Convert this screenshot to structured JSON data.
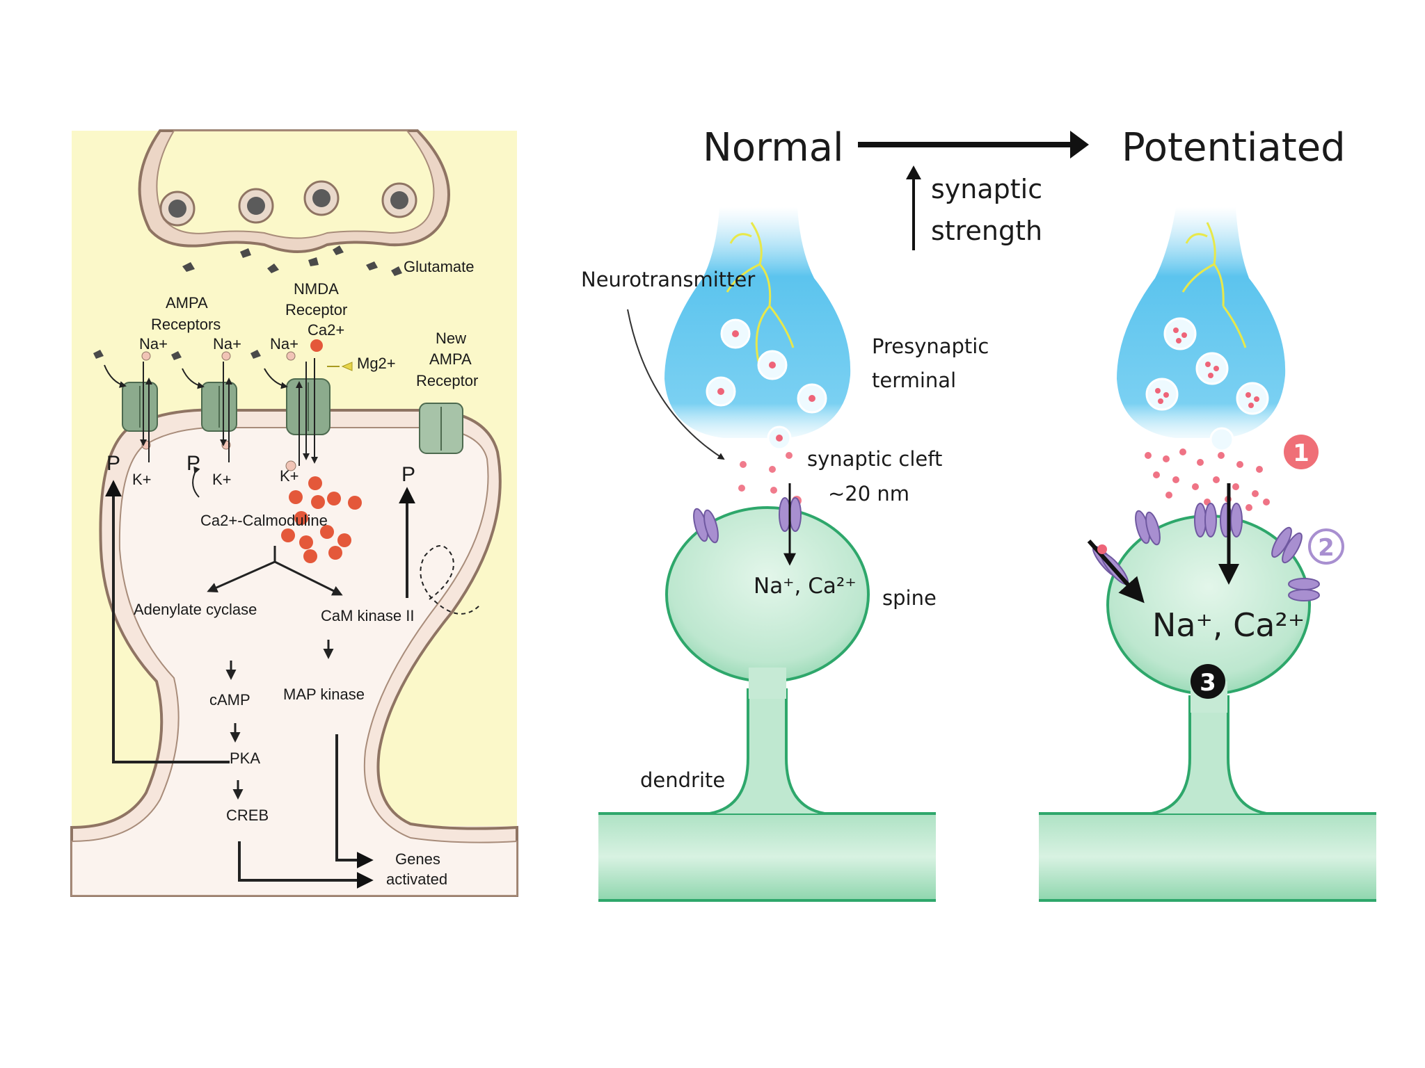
{
  "left_panel": {
    "labels": {
      "glutamate": "Glutamate",
      "ampa_1": "AMPA",
      "ampa_2": "Receptors",
      "nmda_1": "NMDA",
      "nmda_2": "Receptor",
      "new_ampa_1": "New",
      "new_ampa_2": "AMPA",
      "new_ampa_3": "Receptor",
      "na_1": "Na+",
      "na_2": "Na+",
      "na_3": "Na+",
      "ca2": "Ca2+",
      "mg2": "Mg2+",
      "k_1": "K+",
      "k_2": "K+",
      "k_3": "K+",
      "p_1": "P",
      "p_2": "P",
      "p_3": "P",
      "calmoduline": "Ca2+-Calmoduline",
      "adenylate": "Adenylate cyclase",
      "camk": "CaM kinase II",
      "camp": "cAMP",
      "map": "MAP kinase",
      "pka": "PKA",
      "creb": "CREB",
      "genes_1": "Genes",
      "genes_2": "activated"
    },
    "colors": {
      "background": "#fbf8c9",
      "membrane": "#e6cfbf",
      "membrane_edge": "#8f7463",
      "receptor": "#8cab8d",
      "calcium": "#e4583a",
      "glutamate": "#4a4a4a"
    }
  },
  "right_panel": {
    "normal_title": "Normal",
    "potentiated_title": "Potentiated",
    "strength_1": "synaptic",
    "strength_2": "strength",
    "neurotransmitter": "Neurotransmitter",
    "presynaptic_1": "Presynaptic",
    "presynaptic_2": "terminal",
    "cleft_1": "synaptic cleft",
    "cleft_2": "~20 nm",
    "ions_normal": "Na⁺, Ca²⁺",
    "ions_potentiated": "Na⁺, Ca²⁺",
    "spine": "spine",
    "dendrite": "dendrite",
    "step_1": "1",
    "step_2": "2",
    "step_3": "3",
    "colors": {
      "presynaptic": "#5fc6ee",
      "spine": "#bfe8d0",
      "spine_edge": "#2ea76b",
      "receptor": "#a88fd0",
      "vesicle_dot": "#ee6478",
      "badge_1": "#ef6f77",
      "badge_2": "#a88fd0",
      "badge_3": "#111111"
    }
  }
}
